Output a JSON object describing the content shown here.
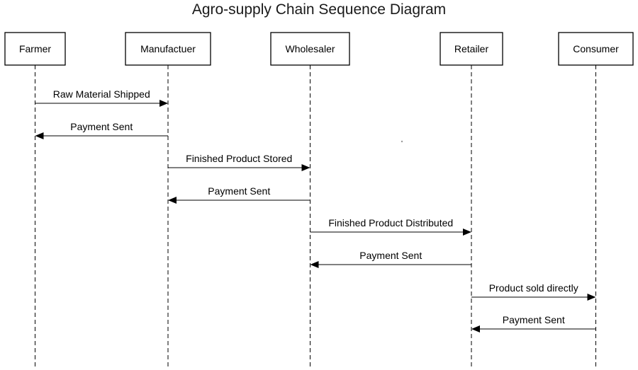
{
  "title": "Agro-supply Chain Sequence Diagram",
  "participants": [
    {
      "id": "farmer",
      "label": "Farmer"
    },
    {
      "id": "manufacturer",
      "label": "Manufactuer"
    },
    {
      "id": "wholesaler",
      "label": "Wholesaler"
    },
    {
      "id": "retailer",
      "label": "Retailer"
    },
    {
      "id": "consumer",
      "label": "Consumer"
    }
  ],
  "messages": [
    {
      "from": "farmer",
      "to": "manufacturer",
      "label": "Raw Material Shipped"
    },
    {
      "from": "manufacturer",
      "to": "farmer",
      "label": "Payment Sent"
    },
    {
      "from": "manufacturer",
      "to": "wholesaler",
      "label": "Finished Product Stored"
    },
    {
      "from": "wholesaler",
      "to": "manufacturer",
      "label": "Payment Sent"
    },
    {
      "from": "wholesaler",
      "to": "retailer",
      "label": "Finished Product Distributed"
    },
    {
      "from": "retailer",
      "to": "wholesaler",
      "label": "Payment Sent"
    },
    {
      "from": "retailer",
      "to": "consumer",
      "label": "Product sold directly"
    },
    {
      "from": "consumer",
      "to": "retailer",
      "label": "Payment Sent"
    }
  ]
}
